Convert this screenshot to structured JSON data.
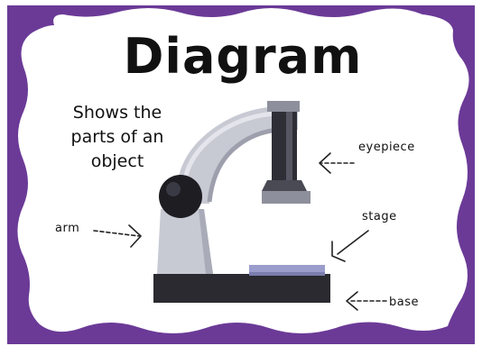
{
  "poster": {
    "title": "Diagram",
    "subtitle": "Shows the parts of an object",
    "colors": {
      "frame": "#6b3a97",
      "panel": "#ffffff",
      "arm": "#c7c9d3",
      "arm_dark": "#8d8f9c",
      "knob": "#1d1d22",
      "base": "#2a2a30",
      "stage": "#9a9ccc",
      "text": "#111111"
    }
  },
  "labels": {
    "eyepiece": "eyepiece",
    "stage": "stage",
    "arm": "arm",
    "base": "base"
  },
  "illustration": {
    "subject": "microscope",
    "icons": [
      "microscope-illustration",
      "arrow-icon"
    ]
  }
}
